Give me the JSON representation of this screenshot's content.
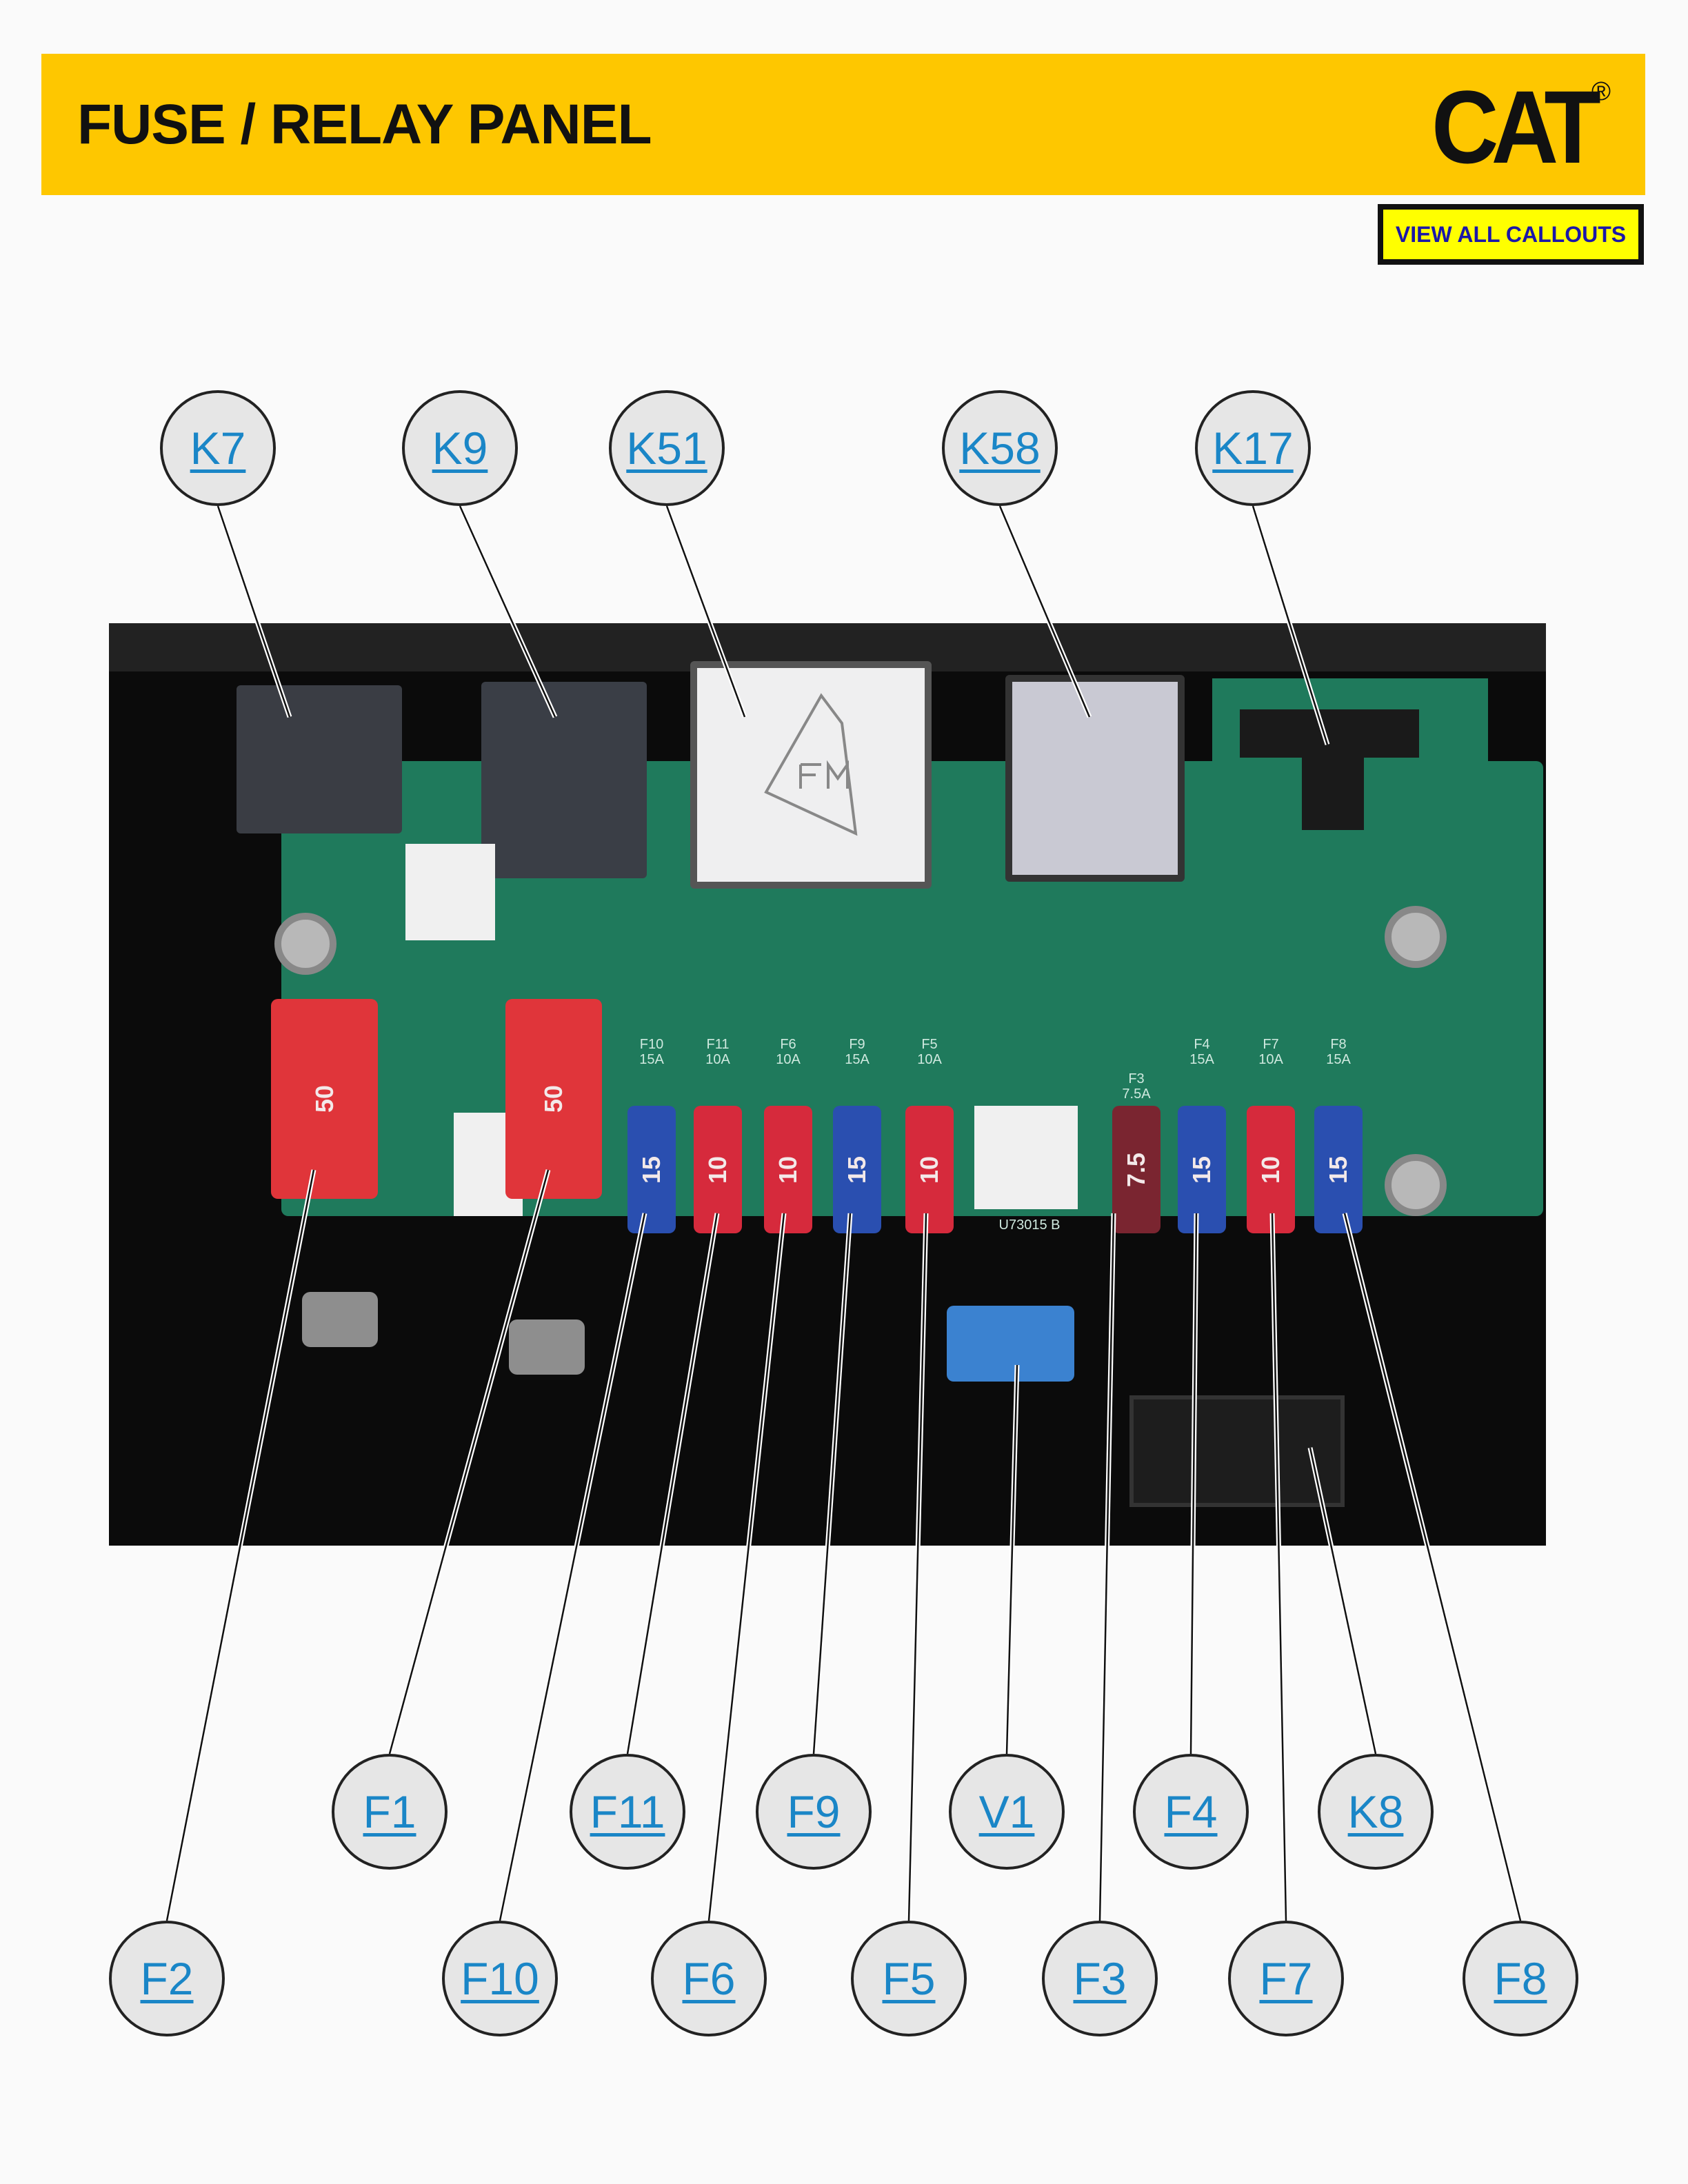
{
  "header": {
    "title": "FUSE / RELAY PANEL",
    "logo_text": "CAT",
    "logo_registered": "®",
    "brand_color": "#fec700"
  },
  "toolbar": {
    "view_all_callouts_label": "VIEW ALL CALLOUTS"
  },
  "photo": {
    "fuses": [
      {
        "id": "F2",
        "rating": "50",
        "color": "#e0353a"
      },
      {
        "id": "F1",
        "rating": "50",
        "color": "#e0353a"
      },
      {
        "id": "F10",
        "rating": "15",
        "color": "#2a4fb0"
      },
      {
        "id": "F11",
        "rating": "10",
        "color": "#d62a3c"
      },
      {
        "id": "F6",
        "rating": "10",
        "color": "#d62a3c"
      },
      {
        "id": "F9",
        "rating": "15",
        "color": "#2a4fb0"
      },
      {
        "id": "F5",
        "rating": "10",
        "color": "#d62a3c"
      },
      {
        "id": "F3",
        "rating": "7.5",
        "color": "#7a2530"
      },
      {
        "id": "F4",
        "rating": "15",
        "color": "#2a4fb0"
      },
      {
        "id": "F7",
        "rating": "10",
        "color": "#d62a3c"
      },
      {
        "id": "F8",
        "rating": "15",
        "color": "#2a4fb0"
      }
    ],
    "board_labels": [
      {
        "name": "F10",
        "amps": "15A"
      },
      {
        "name": "F11",
        "amps": "10A"
      },
      {
        "name": "F6",
        "amps": "10A"
      },
      {
        "name": "F9",
        "amps": "15A"
      },
      {
        "name": "F5",
        "amps": "10A"
      },
      {
        "name": "F3",
        "amps": "7.5A"
      },
      {
        "name": "F4",
        "amps": "15A"
      },
      {
        "name": "F7",
        "amps": "10A"
      },
      {
        "name": "F8",
        "amps": "15A"
      }
    ],
    "board_part_number": "U73015 B"
  },
  "callouts": {
    "top": [
      "K7",
      "K9",
      "K51",
      "K58",
      "K17"
    ],
    "middle": [
      "F1",
      "F11",
      "F9",
      "V1",
      "F4",
      "K8"
    ],
    "bottom": [
      "F2",
      "F10",
      "F6",
      "F5",
      "F3",
      "F7",
      "F8"
    ]
  }
}
